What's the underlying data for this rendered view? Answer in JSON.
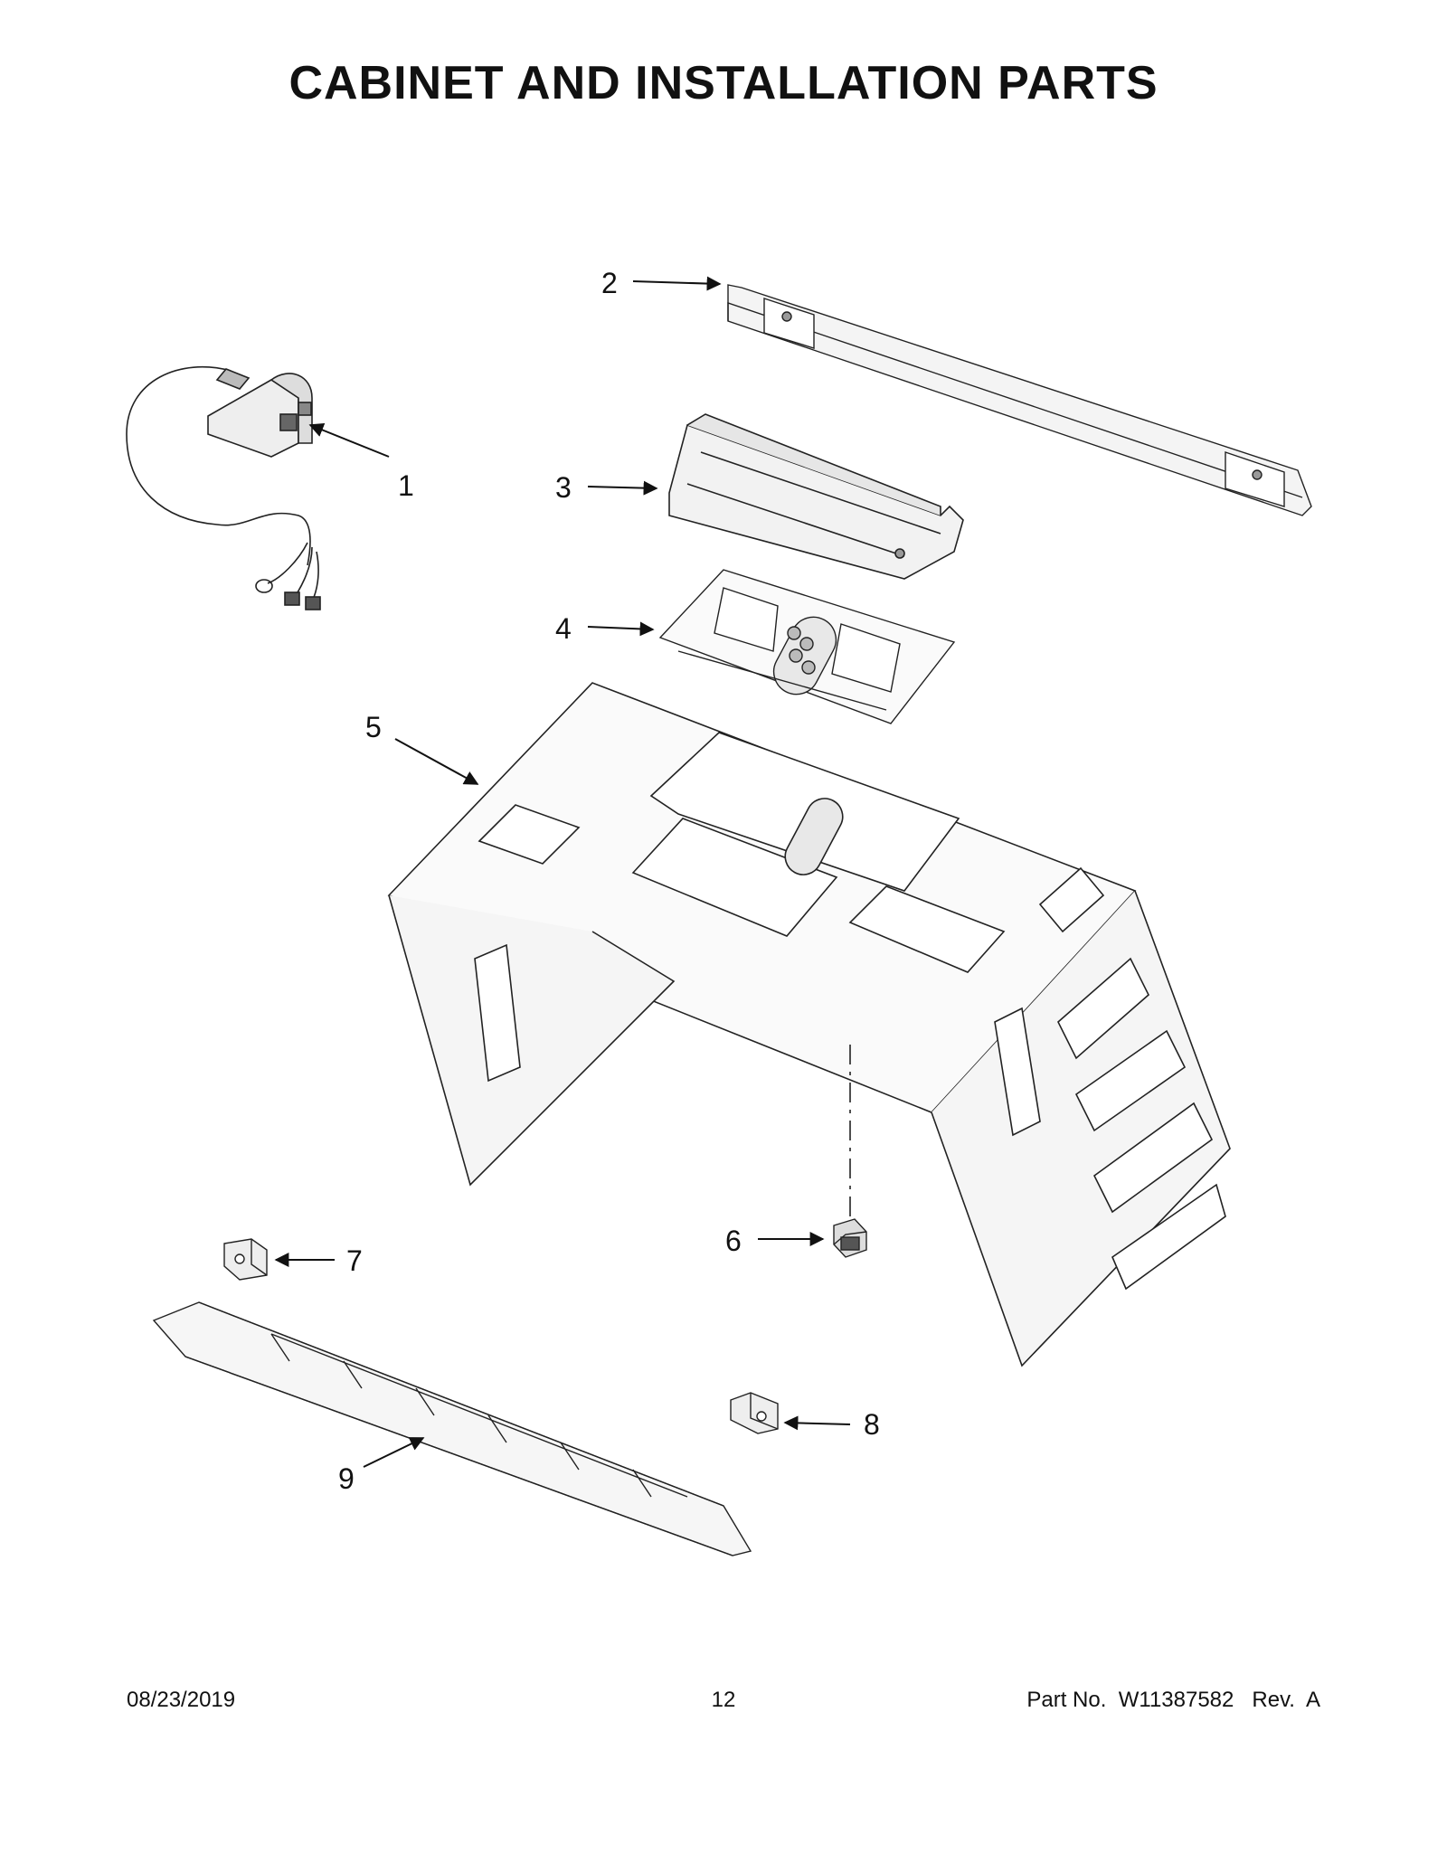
{
  "page": {
    "title": "CABINET AND INSTALLATION PARTS",
    "footer": {
      "date": "08/23/2019",
      "page_number": "12",
      "part_label": "Part No.",
      "part_number": "W11387582",
      "rev_label": "Rev.",
      "rev": "A"
    }
  },
  "callouts": [
    "1",
    "2",
    "3",
    "4",
    "5",
    "6",
    "7",
    "8",
    "9"
  ]
}
